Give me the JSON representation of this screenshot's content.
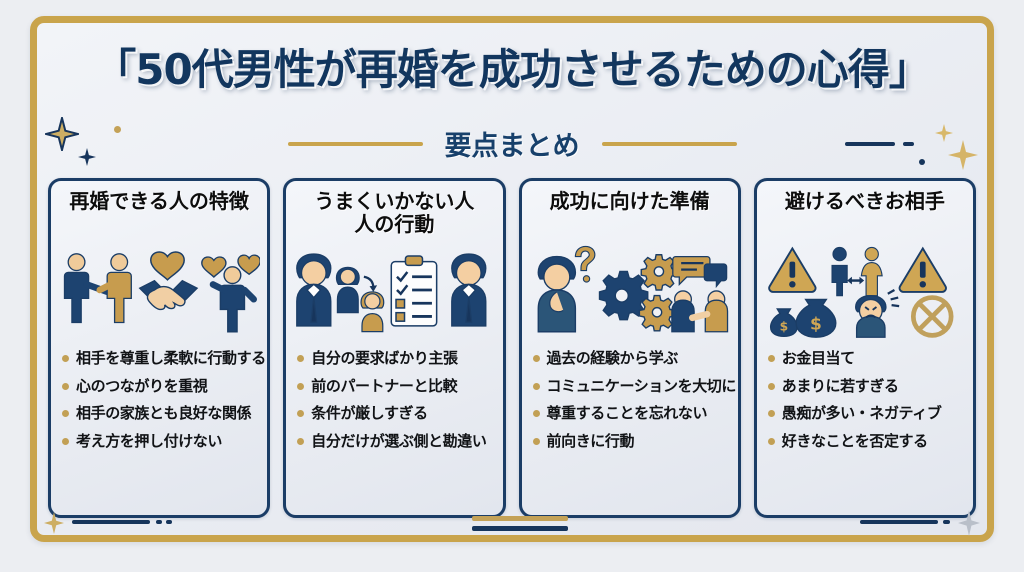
{
  "theme": {
    "gold": "#c9a44c",
    "navy": "#12365e",
    "card_border": "#1b3d66",
    "bullet_dot": "#c2a055",
    "page_bg": "#eceef2",
    "panel_bg": "#f0f2f6"
  },
  "header": {
    "title": "「50代男性が再婚を成功させるための心得」",
    "subtitle": "要点まとめ"
  },
  "cards": [
    {
      "heading_line1": "再婚できる人の特徴",
      "heading_line2": "",
      "art_icons": [
        "two-people-handshake-icon",
        "handshake-heart-icon",
        "person-with-hearts-icon"
      ],
      "bullets": [
        "相手を尊重し柔軟に行動する",
        "心のつながりを重視",
        "相手の家族とも良好な関係",
        "考え方を押し付けない"
      ]
    },
    {
      "heading_line1": "うまくいかない人",
      "heading_line2": "人の行動",
      "art_icons": [
        "businessman-icon",
        "comparing-partners-icon",
        "checklist-clipboard-icon",
        "businessman-icon"
      ],
      "bullets": [
        "自分の要求ばかり主張",
        "前のパートナーと比較",
        "条件が厳しすぎる",
        "自分だけが選ぶ側と勘違い"
      ]
    },
    {
      "heading_line1": "成功に向けた準備",
      "heading_line2": "",
      "art_icons": [
        "thinking-person-question-icon",
        "gears-icon",
        "conversation-handshake-icon"
      ],
      "bullets": [
        "過去の経験から学ぶ",
        "コミュニケーションを大切に",
        "尊重することを忘れない",
        "前向きに行動"
      ]
    },
    {
      "heading_line1": "避けるべきお相手",
      "heading_line2": "",
      "art_icons": [
        "warning-triangle-icon",
        "age-gap-couple-icon",
        "warning-triangle-icon",
        "money-bag-icon",
        "money-bag-icon",
        "angry-face-icon",
        "prohibition-cross-icon"
      ],
      "bullets": [
        "お金目当て",
        "あまりに若すぎる",
        "愚痴が多い・ネガティブ",
        "好きなことを否定する"
      ]
    }
  ]
}
